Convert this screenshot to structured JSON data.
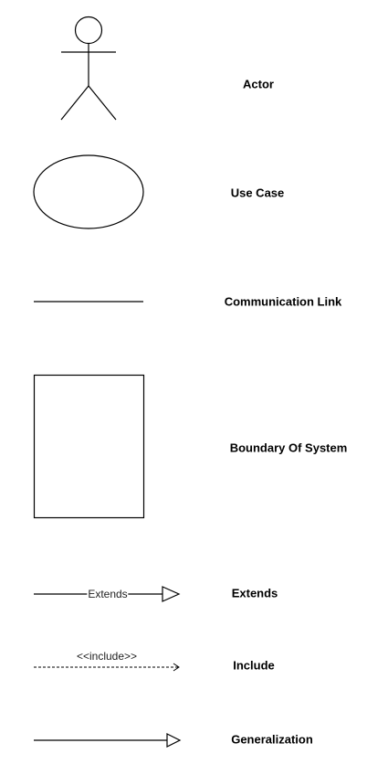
{
  "legend": {
    "actor": {
      "label": "Actor"
    },
    "use_case": {
      "label": "Use Case"
    },
    "communication_link": {
      "label": "Communication Link"
    },
    "boundary": {
      "label": "Boundary Of System"
    },
    "extends": {
      "label": "Extends",
      "edge_label": "Extends"
    },
    "include": {
      "label": "Include",
      "edge_label": "<<include>>"
    },
    "generalization": {
      "label": "Generalization"
    }
  },
  "colors": {
    "stroke": "#000000",
    "background": "#ffffff"
  }
}
